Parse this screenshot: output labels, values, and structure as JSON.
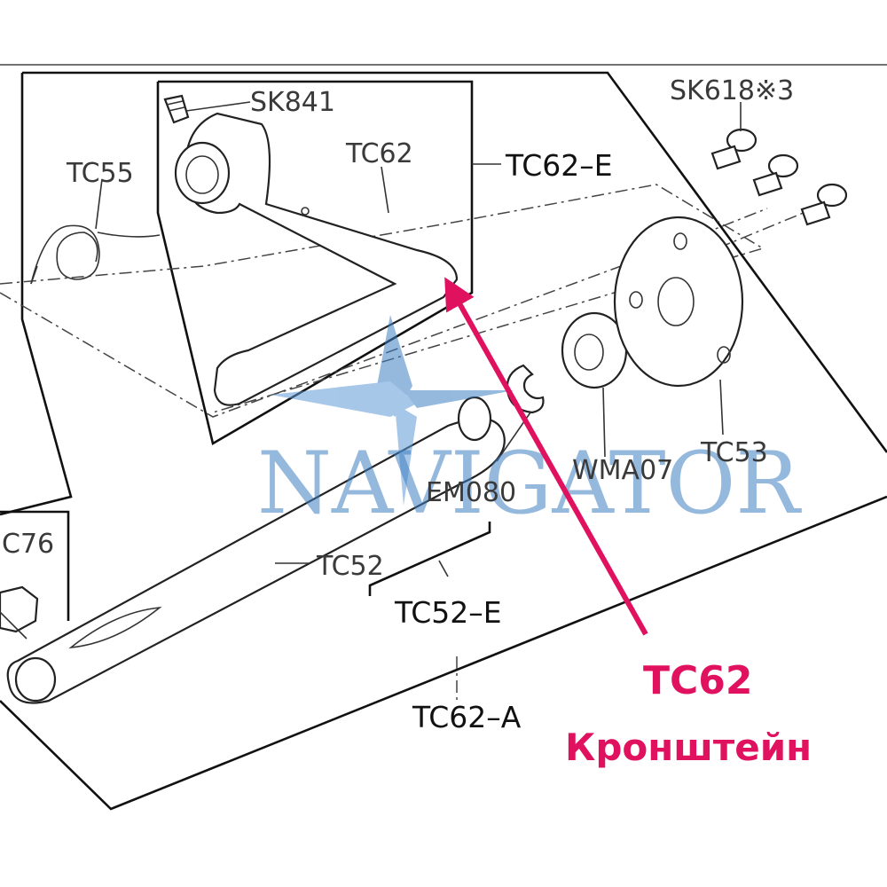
{
  "parts": {
    "sk841": "SK841",
    "sk618": "SK618※3",
    "tc55": "TC55",
    "tc62": "TC62",
    "tc53": "TC53",
    "wma07": "WMA07",
    "em080": "EM080",
    "tc52": "TC52",
    "c76": "C76"
  },
  "assemblies": {
    "tc62_e": "TC62–E",
    "tc52_e": "TC52–E",
    "tc62_a": "TC62–A"
  },
  "callout": {
    "code": "TC62",
    "name": "Кронштейн",
    "color": "#e0115f"
  },
  "watermark": {
    "text": "NAVIGATOR",
    "color": "#3f7fc3"
  }
}
